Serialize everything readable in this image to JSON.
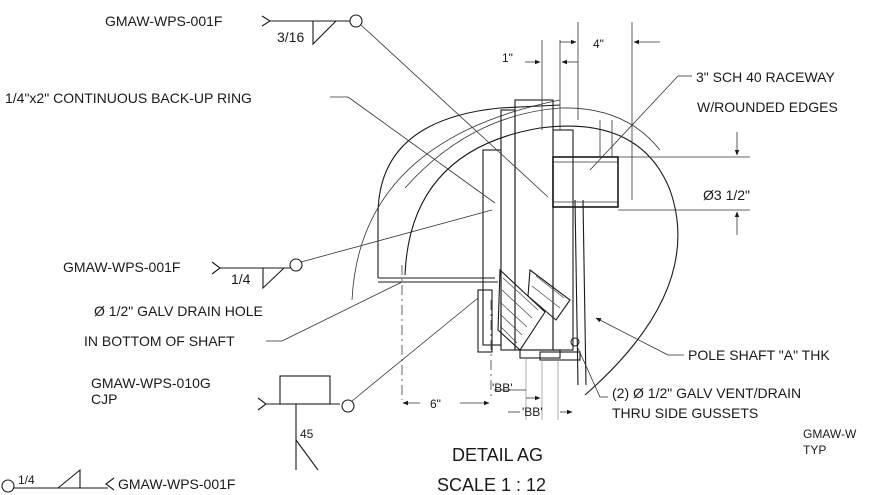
{
  "detail": {
    "title": "DETAIL AG",
    "scale": "SCALE 1 : 12"
  },
  "welds": {
    "top_spec": "GMAW-WPS-001F",
    "top_size": "3/16",
    "middle_spec": "GMAW-WPS-001F",
    "middle_size": "1/4",
    "cjp_spec": "GMAW-WPS-010G",
    "cjp_type": "CJP",
    "cjp_angle": "45",
    "bottom_spec": "GMAW-WPS-001F",
    "bottom_size": "1/4",
    "right_spec": "GMAW-W",
    "right_typ": "TYP"
  },
  "callouts": {
    "backup_ring": "1/4\"x2\" CONTINUOUS BACK-UP RING",
    "raceway_line1": "3\" SCH 40 RACEWAY",
    "raceway_line2": "W/ROUNDED EDGES",
    "drain_line1": "Ø 1/2\" GALV DRAIN HOLE",
    "drain_line2": "IN BOTTOM OF SHAFT",
    "pole_shaft": "POLE SHAFT \"A\" THK",
    "vent_line1": "(2)  Ø 1/2\" GALV VENT/DRAIN",
    "vent_line2": "THRU SIDE GUSSETS"
  },
  "dimensions": {
    "dim_1in": "1\"",
    "dim_4in": "4\"",
    "dim_dia": "Ø3 1/2\"",
    "dim_6in": "6\"",
    "dim_bb1": "'BB'",
    "dim_bb2": "'BB'"
  }
}
